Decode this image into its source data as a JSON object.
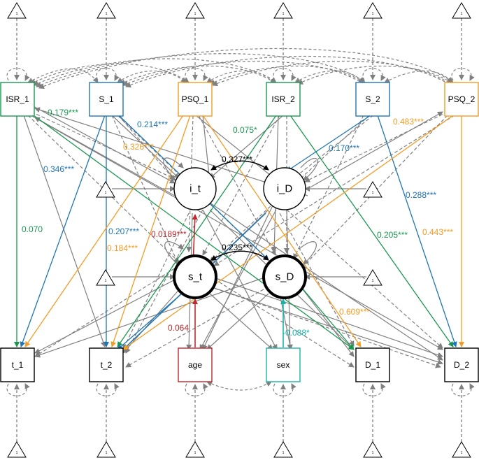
{
  "colors": {
    "green": "#1a9850",
    "blue": "#2076b4",
    "orange": "#f39c26",
    "red": "#c0282d",
    "teal": "#1ab3a6",
    "gray": "#808080",
    "black": "#000000"
  },
  "nodes": {
    "isr1": "ISR_1",
    "s1": "S_1",
    "psq1": "PSQ_1",
    "isr2": "ISR_2",
    "s2": "S_2",
    "psq2": "PSQ_2",
    "it": "i_t",
    "id": "i_D",
    "st": "s_t",
    "sd": "s_D",
    "t1": "t_1",
    "t2": "t_2",
    "age": "age",
    "sex": "sex",
    "d1": "D_1",
    "d2": "D_2"
  },
  "triangle_label": "1",
  "coefficients": {
    "c_isr1_it": "0.179***",
    "c_s1_it": "0.214***",
    "c_psq1_it": "0.326***",
    "c_isr2_it": "0.075*",
    "c_it_id": "0.327***",
    "c_s2_id": "0.170***",
    "c_psq2_d2": "0.483***",
    "c_s1_t1": "0.346***",
    "c_s2_d2": "0.288***",
    "c_isr1_t1": "0.070",
    "c_s1_t2": "0.207***",
    "c_age_it": "0.0189***",
    "c_psq1_t2": "0.184***",
    "c_st_sd": "0.235***",
    "c_isr2_d2": "0.205***",
    "c_psq2_d1": "0.443***",
    "c_sd_d1": "0.609***",
    "c_age_st": "0.064",
    "c_sex_sd": "-0.088*"
  }
}
